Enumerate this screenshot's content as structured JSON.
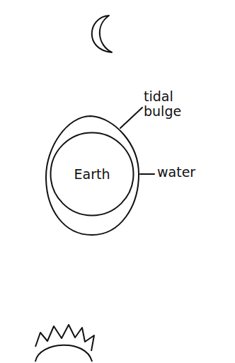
{
  "diagram": {
    "nodes": [
      {
        "text": [
          "Earth"
        ]
      }
    ],
    "labels": [
      "tidal bulge",
      "water"
    ]
  }
}
